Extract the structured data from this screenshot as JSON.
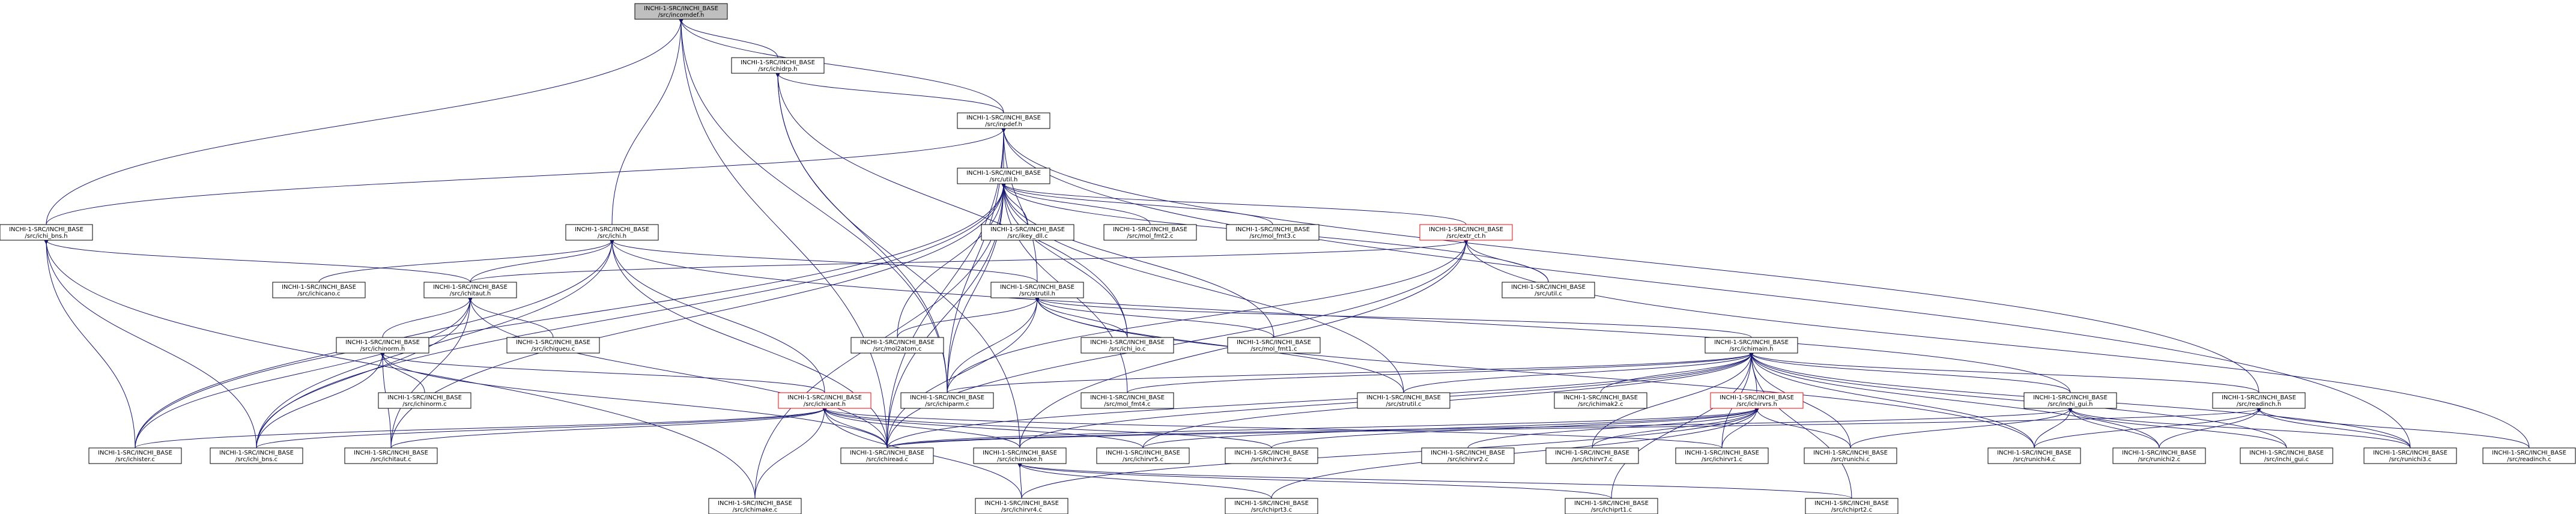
{
  "colors": {
    "edge": "#191970",
    "node_border": "#000000",
    "highlight_border": "#ff0000",
    "root_fill": "#bfbfbf",
    "background": "#ffffff"
  },
  "nodes": [
    {
      "id": "incomdef_h",
      "line1": "INCHI-1-SRC/INCHI_BASE",
      "line2": "/src/incomdef.h",
      "style": "root"
    },
    {
      "id": "ichidrp_h",
      "line1": "INCHI-1-SRC/INCHI_BASE",
      "line2": "/src/ichidrp.h",
      "style": "normal"
    },
    {
      "id": "inpdef_h",
      "line1": "INCHI-1-SRC/INCHI_BASE",
      "line2": "/src/inpdef.h",
      "style": "normal"
    },
    {
      "id": "util_h",
      "line1": "INCHI-1-SRC/INCHI_BASE",
      "line2": "/src/util.h",
      "style": "normal"
    },
    {
      "id": "ichi_bns_h",
      "line1": "INCHI-1-SRC/INCHI_BASE",
      "line2": "/src/ichi_bns.h",
      "style": "normal"
    },
    {
      "id": "ichi_h",
      "line1": "INCHI-1-SRC/INCHI_BASE",
      "line2": "/src/ichi.h",
      "style": "normal"
    },
    {
      "id": "ikey_dll_c",
      "line1": "INCHI-1-SRC/INCHI_BASE",
      "line2": "/src/ikey_dll.c",
      "style": "normal"
    },
    {
      "id": "mol_fmt2_c",
      "line1": "INCHI-1-SRC/INCHI_BASE",
      "line2": "/src/mol_fmt2.c",
      "style": "normal"
    },
    {
      "id": "mol_fmt3_c",
      "line1": "INCHI-1-SRC/INCHI_BASE",
      "line2": "/src/mol_fmt3.c",
      "style": "normal"
    },
    {
      "id": "extr_ct_h",
      "line1": "INCHI-1-SRC/INCHI_BASE",
      "line2": "/src/extr_ct.h",
      "style": "red"
    },
    {
      "id": "ichicano_c",
      "line1": "INCHI-1-SRC/INCHI_BASE",
      "line2": "/src/ichicano.c",
      "style": "normal"
    },
    {
      "id": "ichitaut_h",
      "line1": "INCHI-1-SRC/INCHI_BASE",
      "line2": "/src/ichitaut.h",
      "style": "normal"
    },
    {
      "id": "strutil_h",
      "line1": "INCHI-1-SRC/INCHI_BASE",
      "line2": "/src/strutil.h",
      "style": "normal"
    },
    {
      "id": "util_c",
      "line1": "INCHI-1-SRC/INCHI_BASE",
      "line2": "/src/util.c",
      "style": "normal"
    },
    {
      "id": "ichinorm_h",
      "line1": "INCHI-1-SRC/INCHI_BASE",
      "line2": "/src/ichinorm.h",
      "style": "normal"
    },
    {
      "id": "ichiqueu_c",
      "line1": "INCHI-1-SRC/INCHI_BASE",
      "line2": "/src/ichiqueu.c",
      "style": "normal"
    },
    {
      "id": "mol2atom_c",
      "line1": "INCHI-1-SRC/INCHI_BASE",
      "line2": "/src/mol2atom.c",
      "style": "normal"
    },
    {
      "id": "ichi_io_c",
      "line1": "INCHI-1-SRC/INCHI_BASE",
      "line2": "/src/ichi_io.c",
      "style": "normal"
    },
    {
      "id": "mol_fmt1_c",
      "line1": "INCHI-1-SRC/INCHI_BASE",
      "line2": "/src/mol_fmt1.c",
      "style": "normal"
    },
    {
      "id": "ichimain_h",
      "line1": "INCHI-1-SRC/INCHI_BASE",
      "line2": "/src/ichimain.h",
      "style": "normal"
    },
    {
      "id": "ichinorm_c",
      "line1": "INCHI-1-SRC/INCHI_BASE",
      "line2": "/src/ichinorm.c",
      "style": "normal"
    },
    {
      "id": "ichicant_h",
      "line1": "INCHI-1-SRC/INCHI_BASE",
      "line2": "/src/ichicant.h",
      "style": "red"
    },
    {
      "id": "ichiparm_c",
      "line1": "INCHI-1-SRC/INCHI_BASE",
      "line2": "/src/ichiparm.c",
      "style": "normal"
    },
    {
      "id": "mol_fmt4_c",
      "line1": "INCHI-1-SRC/INCHI_BASE",
      "line2": "/src/mol_fmt4.c",
      "style": "normal"
    },
    {
      "id": "strutil_c",
      "line1": "INCHI-1-SRC/INCHI_BASE",
      "line2": "/src/strutil.c",
      "style": "normal"
    },
    {
      "id": "ichimak2_c",
      "line1": "INCHI-1-SRC/INCHI_BASE",
      "line2": "/src/ichimak2.c",
      "style": "normal"
    },
    {
      "id": "ichirvrs_h",
      "line1": "INCHI-1-SRC/INCHI_BASE",
      "line2": "/src/ichirvrs.h",
      "style": "red"
    },
    {
      "id": "inchi_gui_h",
      "line1": "INCHI-1-SRC/INCHI_BASE",
      "line2": "/src/inchi_gui.h",
      "style": "normal"
    },
    {
      "id": "readinch_h",
      "line1": "INCHI-1-SRC/INCHI_BASE",
      "line2": "/src/readinch.h",
      "style": "normal"
    },
    {
      "id": "ichister_c",
      "line1": "INCHI-1-SRC/INCHI_BASE",
      "line2": "/src/ichister.c",
      "style": "normal"
    },
    {
      "id": "ichi_bns_c",
      "line1": "INCHI-1-SRC/INCHI_BASE",
      "line2": "/src/ichi_bns.c",
      "style": "normal"
    },
    {
      "id": "ichitaut_c",
      "line1": "INCHI-1-SRC/INCHI_BASE",
      "line2": "/src/ichitaut.c",
      "style": "normal"
    },
    {
      "id": "ichiread_c",
      "line1": "INCHI-1-SRC/INCHI_BASE",
      "line2": "/src/ichiread.c",
      "style": "normal"
    },
    {
      "id": "ichimake_h",
      "line1": "INCHI-1-SRC/INCHI_BASE",
      "line2": "/src/ichimake.h",
      "style": "normal"
    },
    {
      "id": "ichirvr5_c",
      "line1": "INCHI-1-SRC/INCHI_BASE",
      "line2": "/src/ichirvr5.c",
      "style": "normal"
    },
    {
      "id": "ichirvr3_c",
      "line1": "INCHI-1-SRC/INCHI_BASE",
      "line2": "/src/ichirvr3.c",
      "style": "normal"
    },
    {
      "id": "ichirvr2_c",
      "line1": "INCHI-1-SRC/INCHI_BASE",
      "line2": "/src/ichirvr2.c",
      "style": "normal"
    },
    {
      "id": "ichirvr7_c",
      "line1": "INCHI-1-SRC/INCHI_BASE",
      "line2": "/src/ichirvr7.c",
      "style": "normal"
    },
    {
      "id": "ichirvr1_c",
      "line1": "INCHI-1-SRC/INCHI_BASE",
      "line2": "/src/ichirvr1.c",
      "style": "normal"
    },
    {
      "id": "runichi_c",
      "line1": "INCHI-1-SRC/INCHI_BASE",
      "line2": "/src/runichi.c",
      "style": "normal"
    },
    {
      "id": "runichi4_c",
      "line1": "INCHI-1-SRC/INCHI_BASE",
      "line2": "/src/runichi4.c",
      "style": "normal"
    },
    {
      "id": "runichi2_c",
      "line1": "INCHI-1-SRC/INCHI_BASE",
      "line2": "/src/runichi2.c",
      "style": "normal"
    },
    {
      "id": "inchi_gui_c",
      "line1": "INCHI-1-SRC/INCHI_BASE",
      "line2": "/src/inchi_gui.c",
      "style": "normal"
    },
    {
      "id": "runichi3_c",
      "line1": "INCHI-1-SRC/INCHI_BASE",
      "line2": "/src/runichi3.c",
      "style": "normal"
    },
    {
      "id": "readinch_c",
      "line1": "INCHI-1-SRC/INCHI_BASE",
      "line2": "/src/readinch.c",
      "style": "normal"
    },
    {
      "id": "ichimake_c",
      "line1": "INCHI-1-SRC/INCHI_BASE",
      "line2": "/src/ichimake.c",
      "style": "normal"
    },
    {
      "id": "ichirvr4_c",
      "line1": "INCHI-1-SRC/INCHI_BASE",
      "line2": "/src/ichirvr4.c",
      "style": "normal"
    },
    {
      "id": "ichiprt3_c",
      "line1": "INCHI-1-SRC/INCHI_BASE",
      "line2": "/src/ichiprt3.c",
      "style": "normal"
    },
    {
      "id": "ichiprt1_c",
      "line1": "INCHI-1-SRC/INCHI_BASE",
      "line2": "/src/ichiprt1.c",
      "style": "normal"
    },
    {
      "id": "ichiprt2_c",
      "line1": "INCHI-1-SRC/INCHI_BASE",
      "line2": "/src/ichiprt2.c",
      "style": "normal"
    }
  ],
  "edges": [
    [
      "incomdef_h",
      "ichidrp_h"
    ],
    [
      "incomdef_h",
      "ichi_bns_h"
    ],
    [
      "incomdef_h",
      "ichi_h"
    ],
    [
      "incomdef_h",
      "ichiparm_c"
    ],
    [
      "incomdef_h",
      "ichiread_c"
    ],
    [
      "incomdef_h",
      "inpdef_h"
    ],
    [
      "ichidrp_h",
      "inpdef_h"
    ],
    [
      "ichidrp_h",
      "ichiparm_c"
    ],
    [
      "ichidrp_h",
      "ichi_io_c"
    ],
    [
      "ichidrp_h",
      "ichimake_h"
    ],
    [
      "inpdef_h",
      "util_h"
    ],
    [
      "inpdef_h",
      "ichi_bns_h"
    ],
    [
      "inpdef_h",
      "strutil_h"
    ],
    [
      "inpdef_h",
      "readinch_h"
    ],
    [
      "inpdef_h",
      "runichi3_c"
    ],
    [
      "inpdef_h",
      "ichiread_c"
    ],
    [
      "inpdef_h",
      "ichiparm_c"
    ],
    [
      "util_h",
      "ikey_dll_c"
    ],
    [
      "util_h",
      "mol_fmt2_c"
    ],
    [
      "util_h",
      "mol_fmt3_c"
    ],
    [
      "util_h",
      "extr_ct_h"
    ],
    [
      "util_h",
      "util_c"
    ],
    [
      "util_h",
      "ichi_io_c"
    ],
    [
      "util_h",
      "mol_fmt1_c"
    ],
    [
      "util_h",
      "mol2atom_c"
    ],
    [
      "util_h",
      "ichister_c"
    ],
    [
      "util_h",
      "ichi_bns_c"
    ],
    [
      "util_h",
      "ichitaut_c"
    ],
    [
      "util_h",
      "ichiread_c"
    ],
    [
      "util_h",
      "ichiparm_c"
    ],
    [
      "util_h",
      "mol_fmt4_c"
    ],
    [
      "util_h",
      "strutil_c"
    ],
    [
      "util_h",
      "ichimake_c"
    ],
    [
      "ichi_bns_h",
      "ichitaut_h"
    ],
    [
      "ichi_bns_h",
      "ichister_c"
    ],
    [
      "ichi_bns_h",
      "ichi_bns_c"
    ],
    [
      "ichi_bns_h",
      "ichimake_c"
    ],
    [
      "ichi_h",
      "ichicano_c"
    ],
    [
      "ichi_h",
      "ichitaut_h"
    ],
    [
      "ichi_h",
      "strutil_h"
    ],
    [
      "ichi_h",
      "ichicant_h"
    ],
    [
      "ichi_h",
      "ichiread_c"
    ],
    [
      "ichi_h",
      "ichister_c"
    ],
    [
      "ichi_h",
      "ichi_bns_c"
    ],
    [
      "ichi_h",
      "inchi_gui_h"
    ],
    [
      "extr_ct_h",
      "ichitaut_h"
    ],
    [
      "extr_ct_h",
      "util_c"
    ],
    [
      "extr_ct_h",
      "ichiread_c"
    ],
    [
      "extr_ct_h",
      "ichiparm_c"
    ],
    [
      "extr_ct_h",
      "ichimake_h"
    ],
    [
      "extr_ct_h",
      "readinch_c"
    ],
    [
      "ichitaut_h",
      "ichinorm_h"
    ],
    [
      "ichitaut_h",
      "ichiqueu_c"
    ],
    [
      "ichitaut_h",
      "ichister_c"
    ],
    [
      "ichitaut_h",
      "ichi_bns_c"
    ],
    [
      "ichitaut_h",
      "ichitaut_c"
    ],
    [
      "ichitaut_h",
      "ichiread_c"
    ],
    [
      "strutil_h",
      "mol2atom_c"
    ],
    [
      "strutil_h",
      "ichi_io_c"
    ],
    [
      "strutil_h",
      "mol_fmt1_c"
    ],
    [
      "strutil_h",
      "ichimain_h"
    ],
    [
      "strutil_h",
      "ichiparm_c"
    ],
    [
      "strutil_h",
      "strutil_c"
    ],
    [
      "strutil_h",
      "ichiread_c"
    ],
    [
      "strutil_h",
      "runichi4_c"
    ],
    [
      "ichinorm_h",
      "ichinorm_c"
    ],
    [
      "ichinorm_h",
      "ichicant_h"
    ],
    [
      "ichinorm_h",
      "ichi_bns_c"
    ],
    [
      "ichinorm_h",
      "ichitaut_c"
    ],
    [
      "ichinorm_h",
      "ichiread_c"
    ],
    [
      "ichimain_h",
      "ichiparm_c"
    ],
    [
      "ichimain_h",
      "mol_fmt4_c"
    ],
    [
      "ichimain_h",
      "strutil_c"
    ],
    [
      "ichimain_h",
      "ichimak2_c"
    ],
    [
      "ichimain_h",
      "ichirvrs_h"
    ],
    [
      "ichimain_h",
      "inchi_gui_h"
    ],
    [
      "ichimain_h",
      "readinch_h"
    ],
    [
      "ichimain_h",
      "ichiread_c"
    ],
    [
      "ichimain_h",
      "ichimake_h"
    ],
    [
      "ichimain_h",
      "ichirvr5_c"
    ],
    [
      "ichimain_h",
      "ichirvr7_c"
    ],
    [
      "ichimain_h",
      "ichirvr1_c"
    ],
    [
      "ichimain_h",
      "runichi_c"
    ],
    [
      "ichimain_h",
      "runichi4_c"
    ],
    [
      "ichimain_h",
      "runichi2_c"
    ],
    [
      "ichimain_h",
      "inchi_gui_c"
    ],
    [
      "ichimain_h",
      "runichi3_c"
    ],
    [
      "ichimain_h",
      "ichiprt1_c"
    ],
    [
      "ichimain_h",
      "ichiprt2_c"
    ],
    [
      "ichicant_h",
      "ichister_c"
    ],
    [
      "ichicant_h",
      "ichi_bns_c"
    ],
    [
      "ichicant_h",
      "ichitaut_c"
    ],
    [
      "ichicant_h",
      "ichiread_c"
    ],
    [
      "ichicant_h",
      "ichimake_h"
    ],
    [
      "ichicant_h",
      "ichirvr5_c"
    ],
    [
      "ichicant_h",
      "ichirvr3_c"
    ],
    [
      "ichicant_h",
      "ichirvr1_c"
    ],
    [
      "ichicant_h",
      "ichimake_c"
    ],
    [
      "ichicant_h",
      "ichirvr4_c"
    ],
    [
      "ichirvrs_h",
      "ichiread_c"
    ],
    [
      "ichirvrs_h",
      "ichirvr5_c"
    ],
    [
      "ichirvrs_h",
      "ichirvr3_c"
    ],
    [
      "ichirvrs_h",
      "ichirvr2_c"
    ],
    [
      "ichirvrs_h",
      "ichirvr7_c"
    ],
    [
      "ichirvrs_h",
      "ichirvr1_c"
    ],
    [
      "ichirvrs_h",
      "runichi_c"
    ],
    [
      "ichirvrs_h",
      "ichirvr4_c"
    ],
    [
      "ichirvrs_h",
      "ichiprt3_c"
    ],
    [
      "inchi_gui_h",
      "runichi_c"
    ],
    [
      "inchi_gui_h",
      "runichi4_c"
    ],
    [
      "inchi_gui_h",
      "runichi2_c"
    ],
    [
      "inchi_gui_h",
      "inchi_gui_c"
    ],
    [
      "inchi_gui_h",
      "runichi3_c"
    ],
    [
      "inchi_gui_h",
      "ichiread_c"
    ],
    [
      "readinch_h",
      "runichi4_c"
    ],
    [
      "readinch_h",
      "runichi2_c"
    ],
    [
      "readinch_h",
      "runichi3_c"
    ],
    [
      "readinch_h",
      "readinch_c"
    ],
    [
      "readinch_h",
      "ichiread_c"
    ],
    [
      "ichimake_h",
      "ichirvr4_c"
    ],
    [
      "ichimake_h",
      "ichiprt3_c"
    ],
    [
      "ichimake_h",
      "ichiprt1_c"
    ],
    [
      "ichimake_h",
      "ichiprt2_c"
    ]
  ]
}
